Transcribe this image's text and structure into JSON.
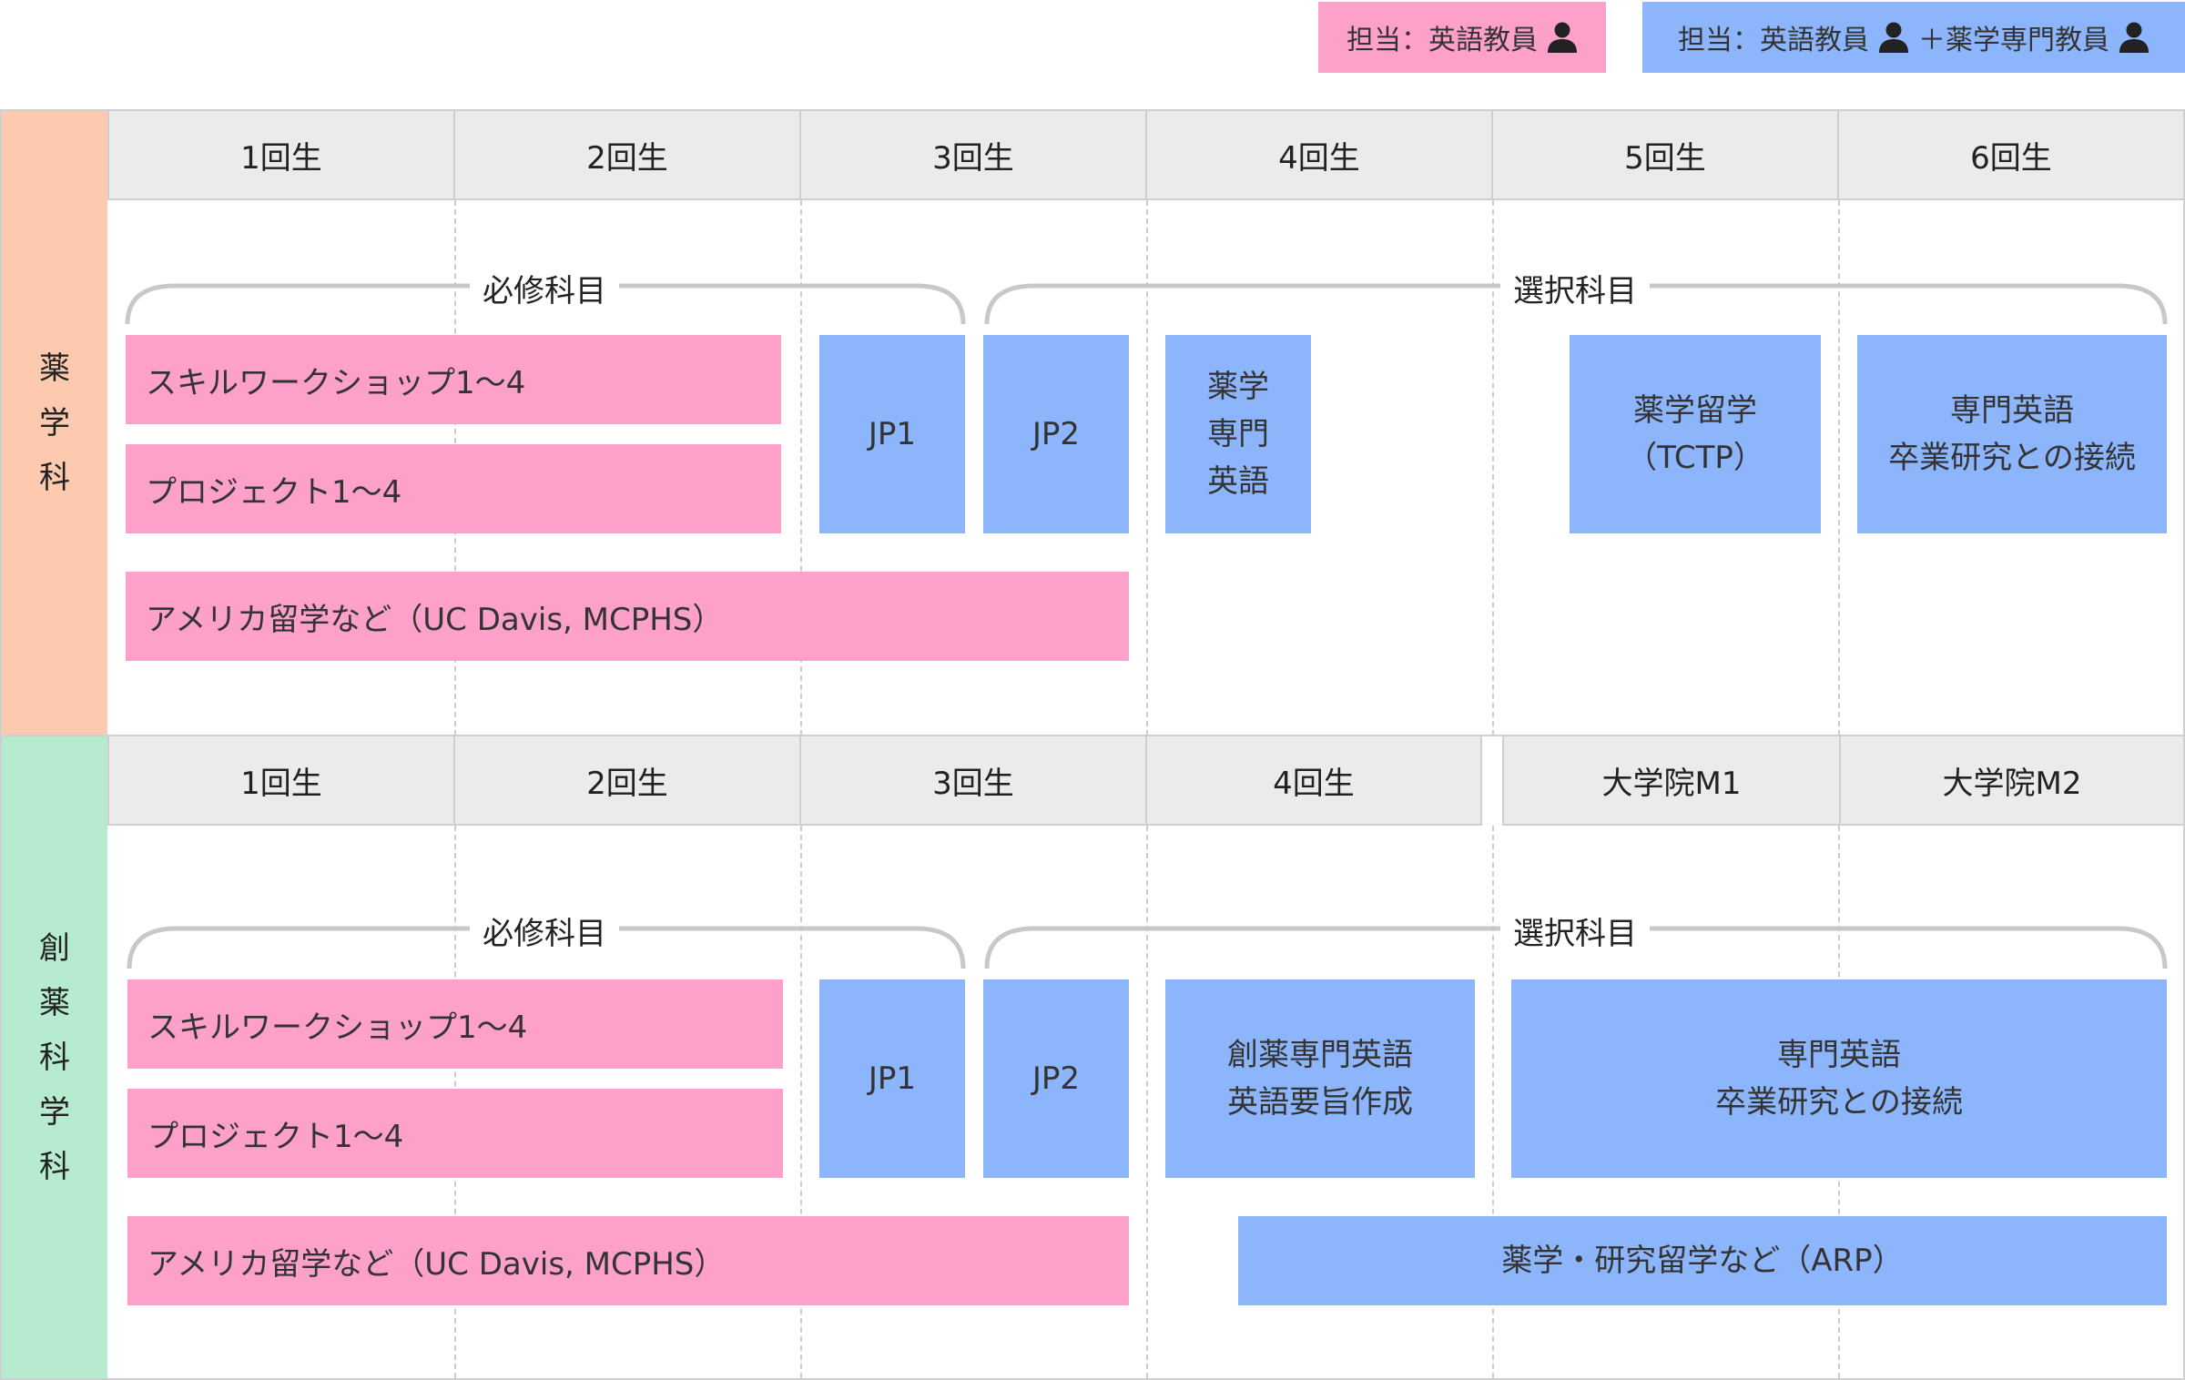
{
  "legend": {
    "english_only": "担当：英語教員",
    "english_plus": "担当：英語教員",
    "plus_suffix": "＋薬学専門教員",
    "pink_color": "#fda1cb",
    "blue_color": "#8db5fb",
    "icon": "person-icon"
  },
  "sections": {
    "pharmacy": {
      "label_chars": [
        "薬",
        "学",
        "科"
      ],
      "label_color": "#fdcab0",
      "years": [
        "1回生",
        "2回生",
        "3回生",
        "4回生",
        "5回生",
        "6回生"
      ],
      "required_label": "必修科目",
      "elective_label": "選択科目",
      "skill": "スキルワークショップ1〜4",
      "project": "プロジェクト1〜4",
      "jp1": "JP1",
      "jp2": "JP2",
      "pharm_eng": [
        "薬学",
        "専門",
        "英語"
      ],
      "tctp": [
        "薬学留学",
        "（TCTP）"
      ],
      "thesis": [
        "専門英語",
        "卒業研究との接続"
      ],
      "america": "アメリカ留学など（UC Davis, MCPHS）"
    },
    "drug_discovery": {
      "label_chars": [
        "創",
        "薬",
        "科",
        "学",
        "科"
      ],
      "label_color": "#b6ebcf",
      "years": [
        "1回生",
        "2回生",
        "3回生",
        "4回生",
        "大学院M1",
        "大学院M2"
      ],
      "required_label": "必修科目",
      "elective_label": "選択科目",
      "skill": "スキルワークショップ1〜4",
      "project": "プロジェクト1〜4",
      "jp1": "JP1",
      "jp2": "JP2",
      "drug_eng": [
        "創薬専門英語",
        "英語要旨作成"
      ],
      "thesis": [
        "専門英語",
        "卒業研究との接続"
      ],
      "america": "アメリカ留学など（UC Davis, MCPHS）",
      "arp": "薬学・研究留学など（ARP）"
    }
  }
}
